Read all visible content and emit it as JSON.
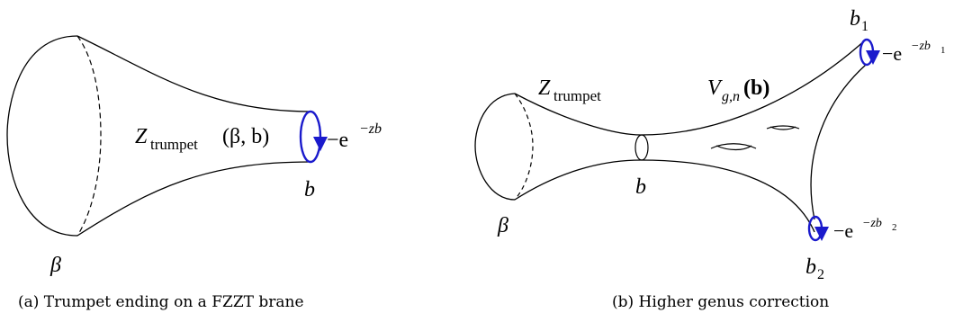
{
  "figure_a": {
    "caption": "(a) Trumpet ending on a FZZT brane",
    "label_main": "Z",
    "label_main_sub": "trumpet",
    "label_args": "(β, b)",
    "boundary_length": "β",
    "geodesic_length": "b",
    "brane_factor": "−e",
    "brane_exponent": "−zb"
  },
  "figure_b": {
    "caption": "(b) Higher genus correction",
    "trumpet_label": "Z",
    "trumpet_label_sub": "trumpet",
    "volume_label": "V",
    "volume_sub": "g,n",
    "volume_args": "(b)",
    "boundary_length": "β",
    "geodesic_length": "b",
    "b1_label": "b",
    "b1_sub": "1",
    "b2_label": "b",
    "b2_sub": "2",
    "brane1_factor": "−e",
    "brane1_exponent": "−zb",
    "brane1_exponent_sub": "1",
    "brane2_factor": "−e",
    "brane2_exponent": "−zb",
    "brane2_exponent_sub": "2"
  },
  "colors": {
    "ink": "#000000",
    "brane": "#1a1acc"
  }
}
